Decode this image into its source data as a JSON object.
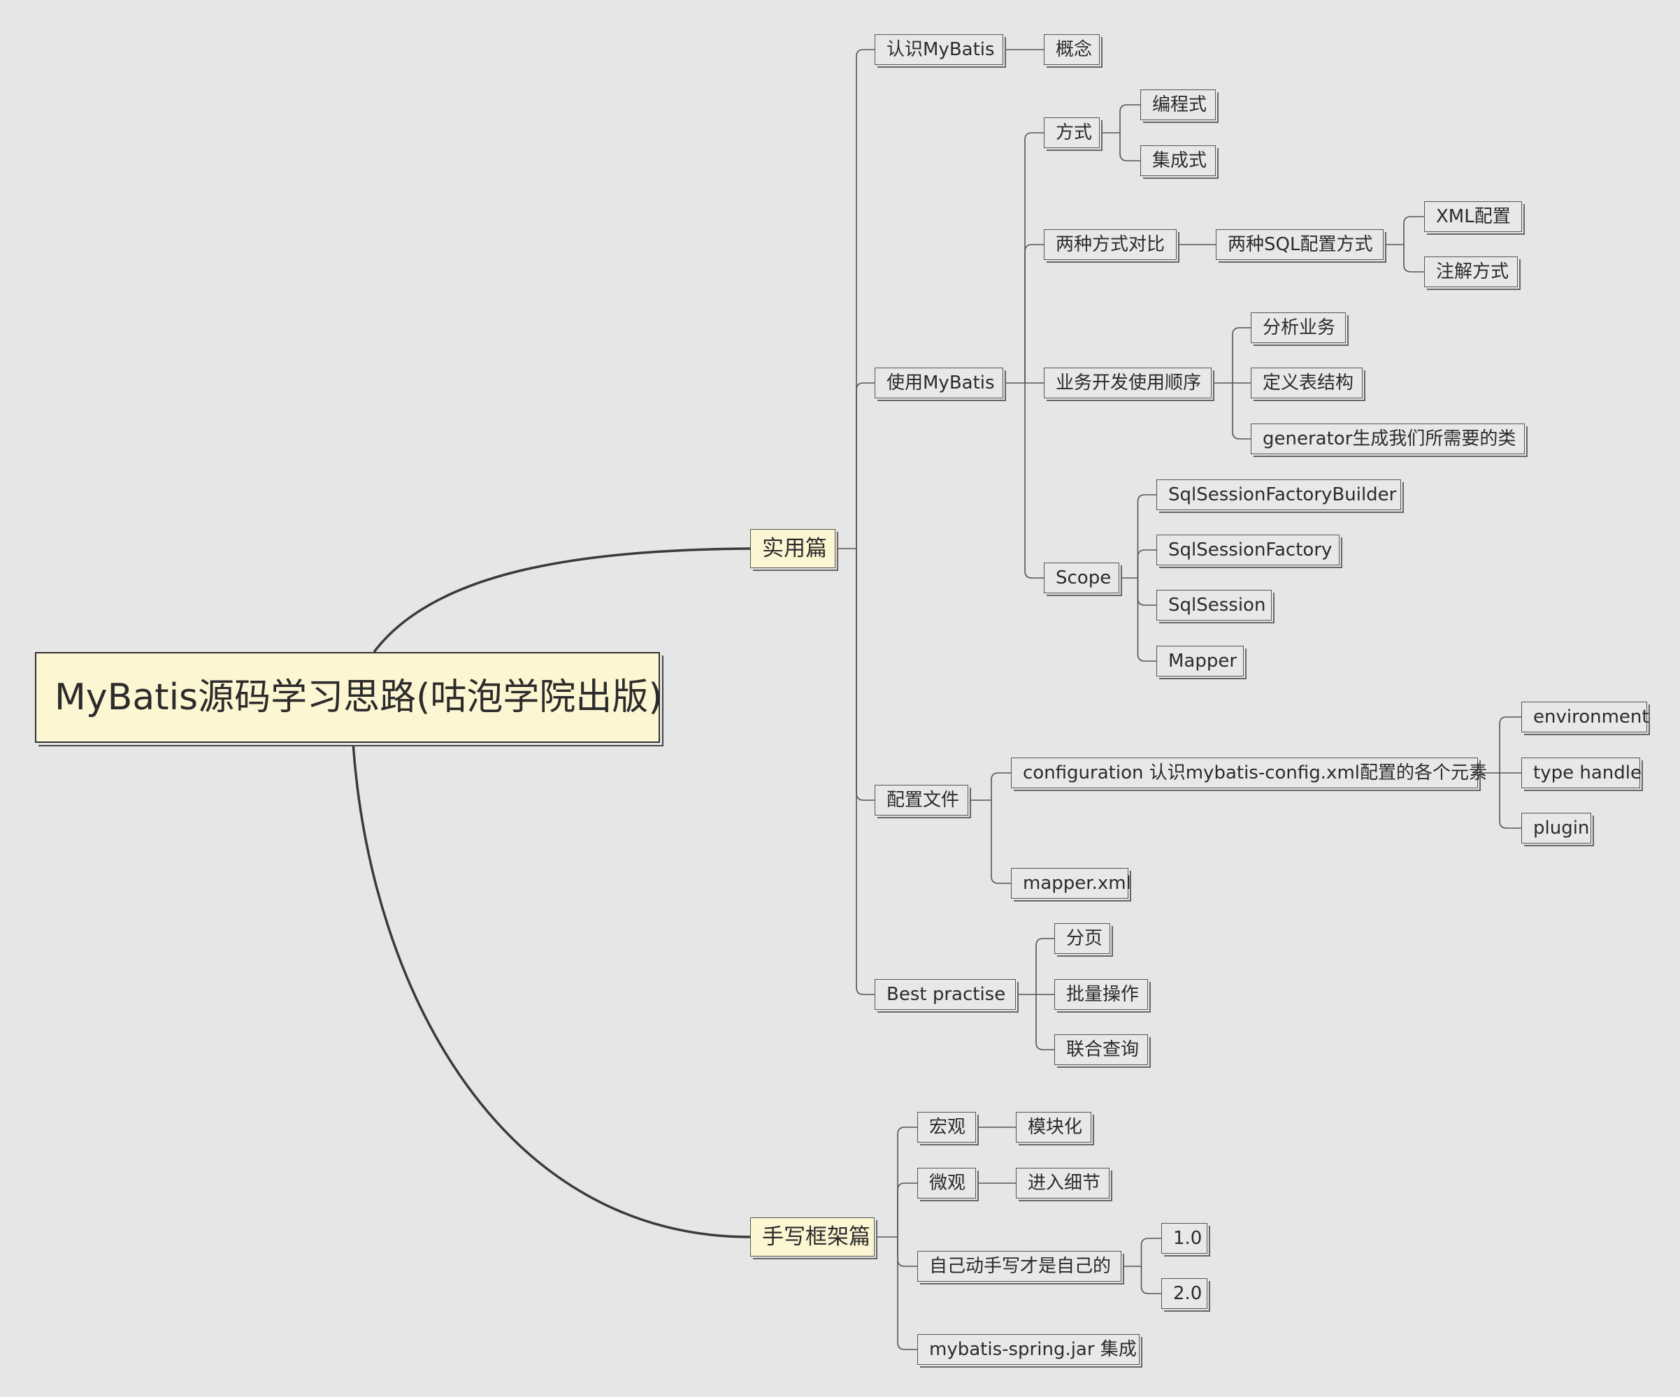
{
  "root": "MyBatis源码学习思路(咕泡学院出版)",
  "branches": [
    {
      "label": "实用篇",
      "children": [
        {
          "label": "认识MyBatis",
          "children": [
            {
              "label": "概念"
            }
          ]
        },
        {
          "label": "使用MyBatis",
          "children": [
            {
              "label": "方式",
              "children": [
                {
                  "label": "编程式"
                },
                {
                  "label": "集成式"
                }
              ]
            },
            {
              "label": "两种方式对比",
              "children": [
                {
                  "label": "两种SQL配置方式",
                  "children": [
                    {
                      "label": "XML配置"
                    },
                    {
                      "label": "注解方式"
                    }
                  ]
                }
              ]
            },
            {
              "label": "业务开发使用顺序",
              "children": [
                {
                  "label": "分析业务"
                },
                {
                  "label": "定义表结构"
                },
                {
                  "label": "generator生成我们所需要的类"
                }
              ]
            },
            {
              "label": "Scope",
              "children": [
                {
                  "label": "SqlSessionFactoryBuilder"
                },
                {
                  "label": "SqlSessionFactory"
                },
                {
                  "label": "SqlSession"
                },
                {
                  "label": "Mapper"
                }
              ]
            }
          ]
        },
        {
          "label": "配置文件",
          "children": [
            {
              "label": "configuration 认识mybatis-config.xml配置的各个元素",
              "children": [
                {
                  "label": "environment"
                },
                {
                  "label": "type handle"
                },
                {
                  "label": "plugin"
                }
              ]
            },
            {
              "label": "mapper.xml"
            }
          ]
        },
        {
          "label": "Best practise",
          "children": [
            {
              "label": "分页"
            },
            {
              "label": "批量操作"
            },
            {
              "label": "联合查询"
            }
          ]
        }
      ]
    },
    {
      "label": "手写框架篇",
      "children": [
        {
          "label": "宏观",
          "children": [
            {
              "label": "模块化"
            }
          ]
        },
        {
          "label": "微观",
          "children": [
            {
              "label": "进入细节"
            }
          ]
        },
        {
          "label": "自己动手写才是自己的",
          "children": [
            {
              "label": "1.0"
            },
            {
              "label": "2.0"
            }
          ]
        },
        {
          "label": "mybatis-spring.jar 集成"
        }
      ]
    }
  ]
}
